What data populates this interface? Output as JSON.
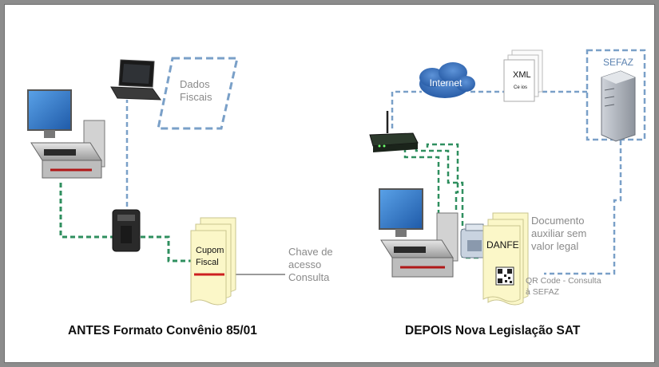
{
  "left_panel": {
    "caption": "ANTES Formato Convênio 85/01",
    "cloud_label_line1": "Dados",
    "cloud_label_line2": "Fiscais",
    "receipt_line1": "Cupom",
    "receipt_line2": "Fiscal",
    "access_line1": "Chave de",
    "access_line2": "acesso",
    "access_line3": "Consulta"
  },
  "right_panel": {
    "caption": "DEPOIS Nova Legislação SAT",
    "internet_label": "Internet",
    "xml_label": "XML",
    "xml_sub_label": "Ce ios",
    "sefaz_label": "SEFAZ",
    "danfe_label": "DANFE",
    "document_line1": "Documento",
    "document_line2": "auxiliar sem",
    "document_line3": "valor legal",
    "qr_line1": "QR Code - Consulta",
    "qr_line2": "à SEFAZ"
  },
  "colors": {
    "dashed_green": "#2f8f5f",
    "dashed_blue": "#7aa0c8",
    "dashed_gray": "#8a8a8a",
    "cloud_blue": "#3b6fb6",
    "receipt_yellow": "#fbf7c8",
    "red_line": "#cc2020"
  }
}
